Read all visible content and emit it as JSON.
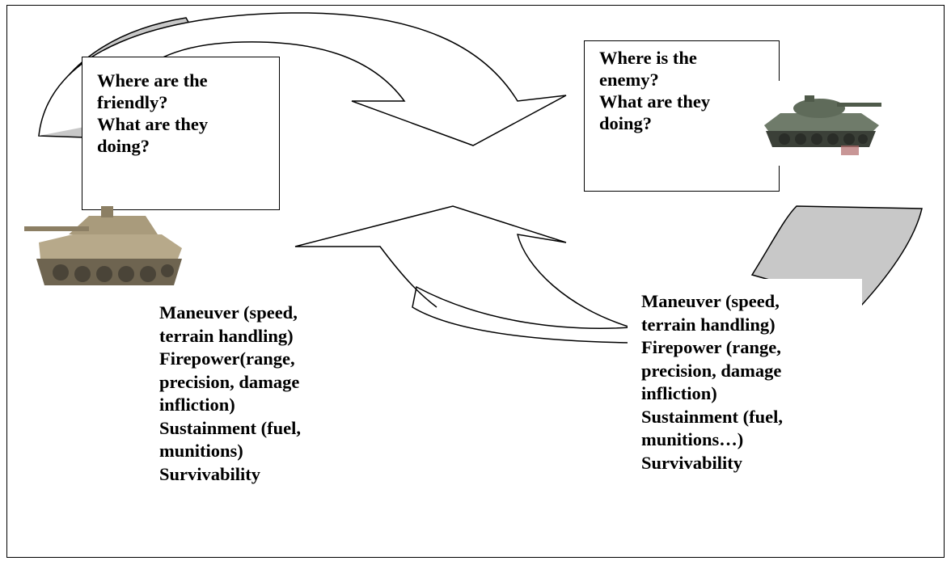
{
  "friendly_question": {
    "lines": [
      "Where are the",
      "friendly?",
      "What are they",
      "doing?"
    ]
  },
  "enemy_question": {
    "lines": [
      "Where is the",
      "enemy?",
      "What are they",
      "doing?"
    ]
  },
  "friendly_capabilities": {
    "lines": [
      "Maneuver (speed,",
      "terrain handling)",
      "Firepower(range,",
      "precision, damage",
      "infliction)",
      "Sustainment (fuel,",
      "munitions)",
      "Survivability"
    ]
  },
  "enemy_capabilities": {
    "lines": [
      "Maneuver (speed,",
      "terrain handling)",
      "Firepower (range,",
      "precision, damage",
      "infliction)",
      "Sustainment (fuel,",
      "munitions…)",
      "Survivability"
    ]
  },
  "colors": {
    "arrow_shadow": "#c8c8c8",
    "friendly_tank": "#b7a98a",
    "enemy_tank": "#6f7b6a",
    "outline": "#000000"
  }
}
